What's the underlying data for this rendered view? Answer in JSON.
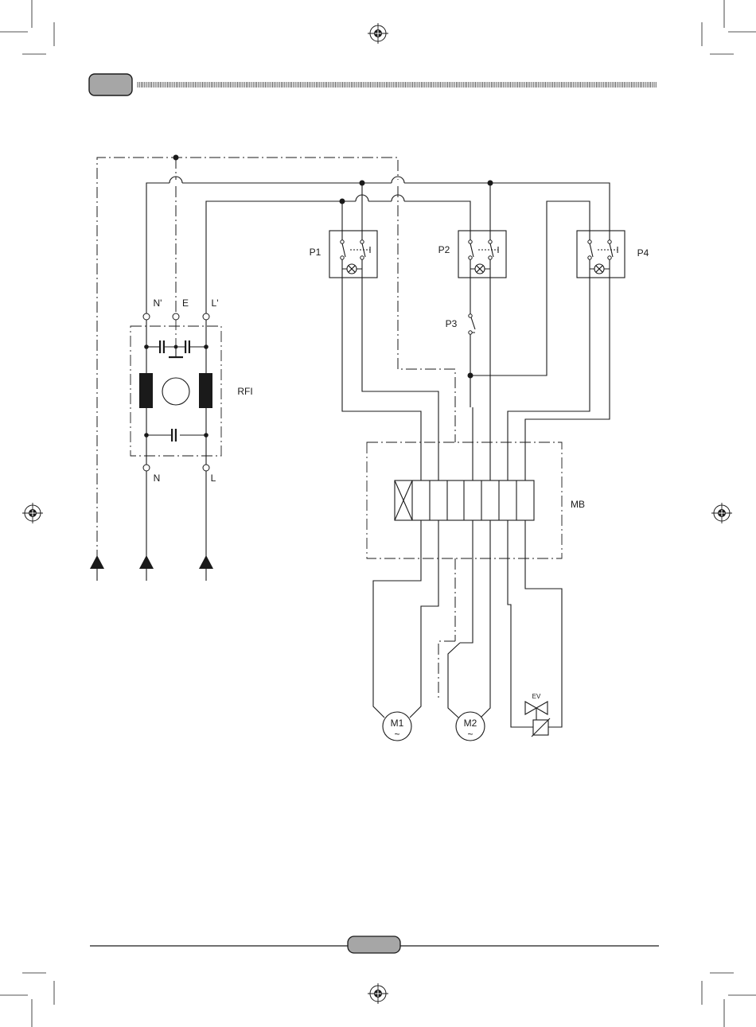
{
  "header": {
    "tab_label": ""
  },
  "footer": {
    "page_number": ""
  },
  "rfi": {
    "label": "RFI",
    "terminals_top": {
      "neutral_out": "N'",
      "earth": "E",
      "line_out": "L'"
    },
    "terminals_bottom": {
      "neutral_in": "N",
      "line_in": "L"
    }
  },
  "switches": {
    "p1": "P1",
    "p2": "P2",
    "p3": "P3",
    "p4": "P4"
  },
  "main_board": {
    "label": "MB"
  },
  "motors": {
    "m1": "M1",
    "m2": "M2",
    "ac_symbol": "~"
  },
  "valve": {
    "label": "EV"
  }
}
